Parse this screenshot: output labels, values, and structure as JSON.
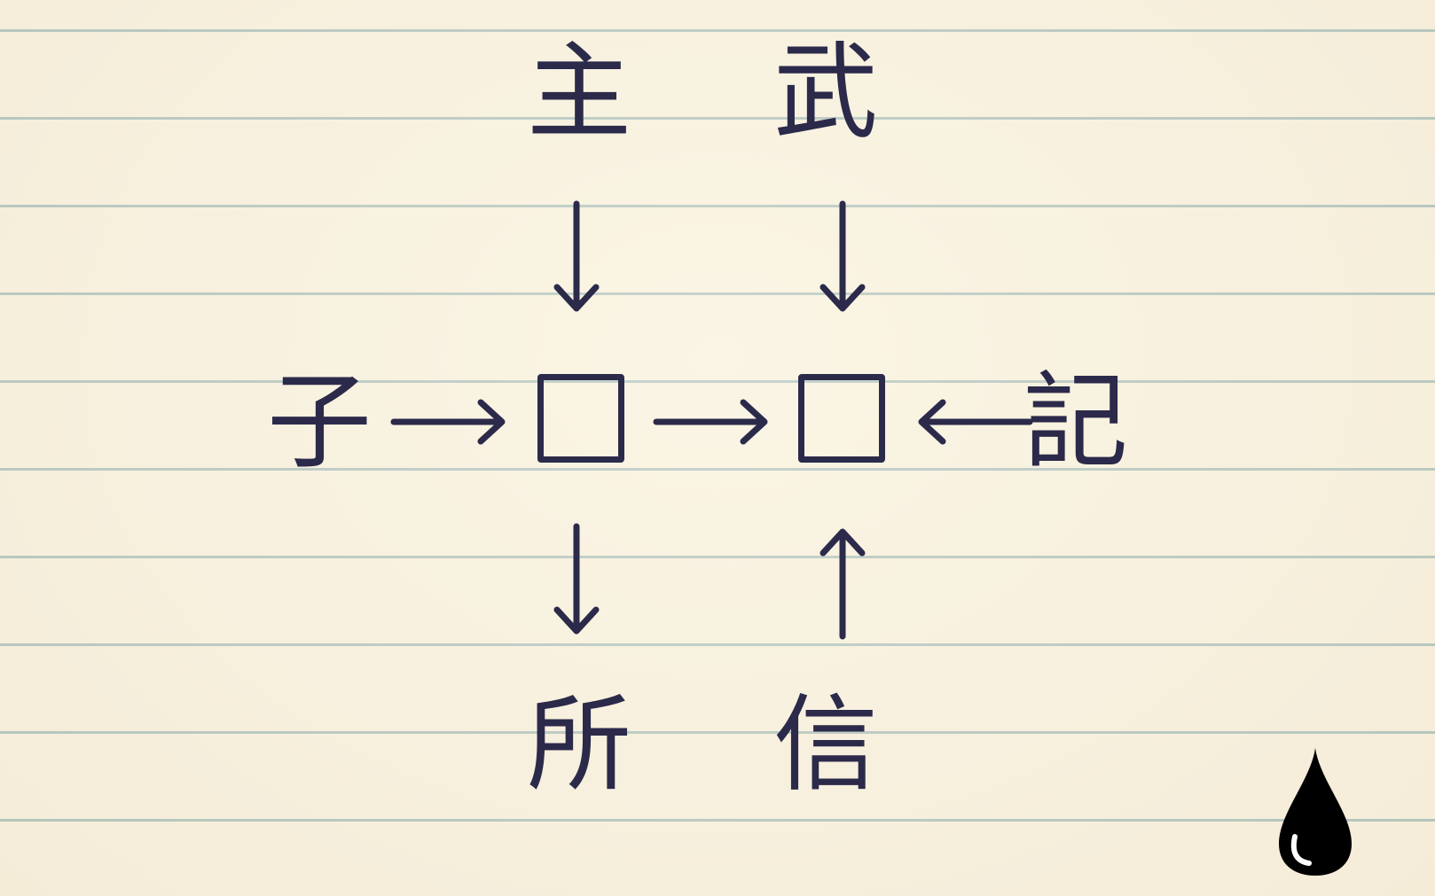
{
  "puzzle": {
    "clue_top_left": "主",
    "clue_top_right": "武",
    "clue_left": "子",
    "clue_right": "記",
    "clue_bottom_left": "所",
    "clue_bottom_right": "信",
    "answer_left": "",
    "answer_right": ""
  },
  "colors": {
    "ink": "#2c2a4a",
    "paper": "#f8f1df",
    "rule_line": "#a9bfbb"
  },
  "icons": {
    "drop": "ink-drop-icon",
    "arrow": "hand-drawn-arrow"
  }
}
